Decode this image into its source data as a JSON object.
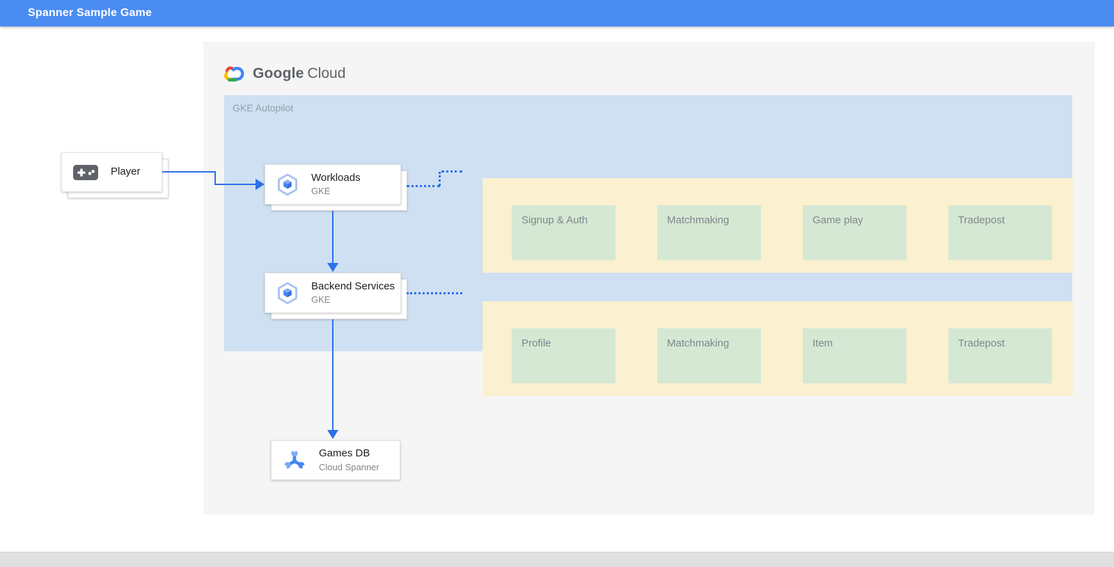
{
  "window": {
    "title": "Spanner Sample Game"
  },
  "brand": {
    "google": "Google",
    "cloud": "Cloud",
    "icon": "google-cloud-icon"
  },
  "gke_container": {
    "label": "GKE Autopilot"
  },
  "nodes": {
    "player": {
      "label": "Player",
      "icon": "gamepad-icon"
    },
    "workloads": {
      "title": "Workloads",
      "subtitle": "GKE",
      "icon": "gke-icon"
    },
    "backend_services": {
      "title": "Backend Services",
      "subtitle": "GKE",
      "icon": "gke-icon"
    },
    "games_db": {
      "title": "Games DB",
      "subtitle": "Cloud Spanner",
      "icon": "cloud-spanner-icon"
    }
  },
  "service_rows": {
    "workloads_row": {
      "items": [
        "Signup & Auth",
        "Matchmaking",
        "Game play",
        "Tradepost"
      ]
    },
    "backend_row": {
      "items": [
        "Profile",
        "Matchmaking",
        "Item",
        "Tradepost"
      ]
    }
  },
  "colors": {
    "titlebar_blue": "#4a8cf2",
    "arrow_blue": "#2e6fe9",
    "container_blue": "#cee0f2",
    "row_yellow": "#fbf0cf",
    "box_green": "#d5e8d3",
    "panel_gray": "#f5f5f5",
    "footer_gray": "#e0e0e0"
  }
}
